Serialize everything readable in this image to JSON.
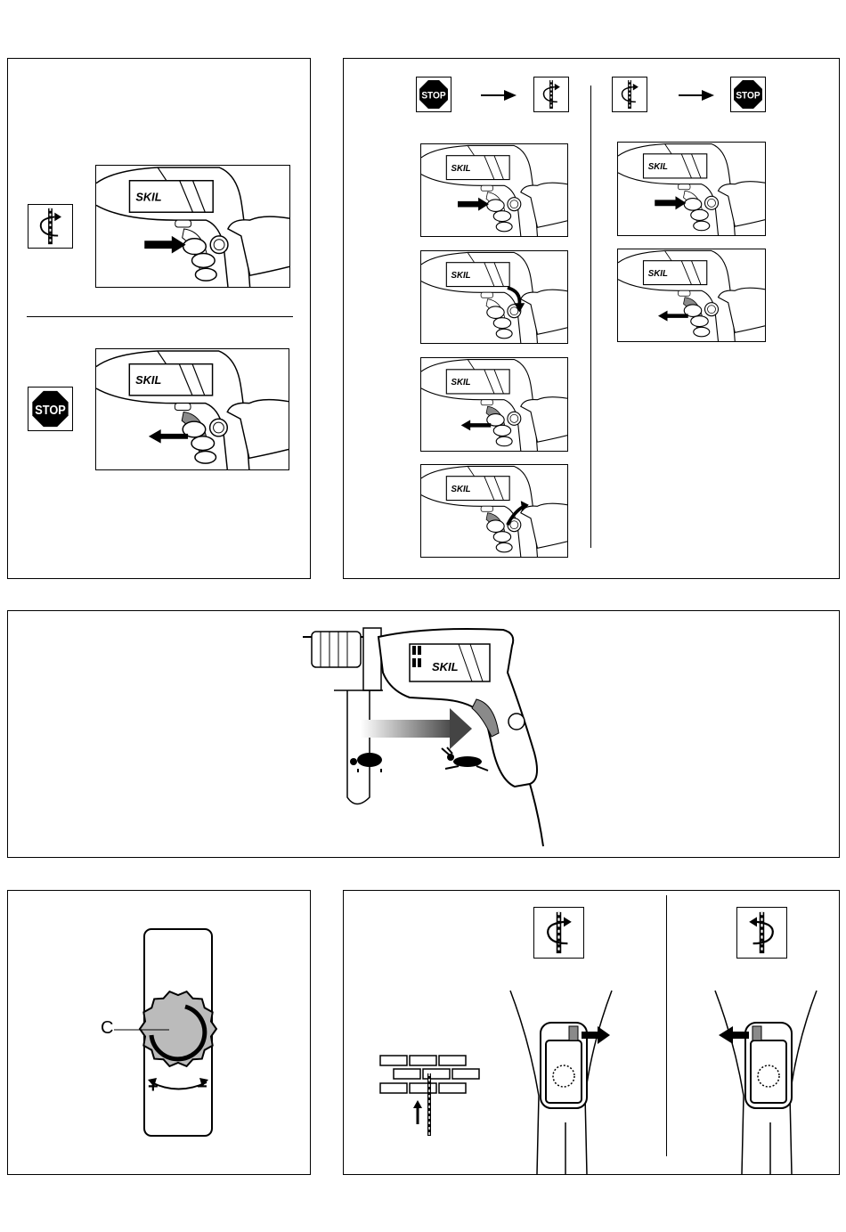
{
  "brand": "SKIL",
  "stop_label": "STOP",
  "speed_dial": {
    "label": "C",
    "plus": "+",
    "minus": "−"
  },
  "icons": {
    "on": "drill-rotate-clockwise-icon",
    "off": "stop-sign-icon",
    "reverse": "drill-rotate-counterclockwise-icon",
    "slow": "turtle-icon",
    "fast": "rabbit-icon"
  },
  "colors": {
    "ink": "#000000",
    "trigger_gray": "#8a8a8a",
    "paper": "#ffffff"
  }
}
